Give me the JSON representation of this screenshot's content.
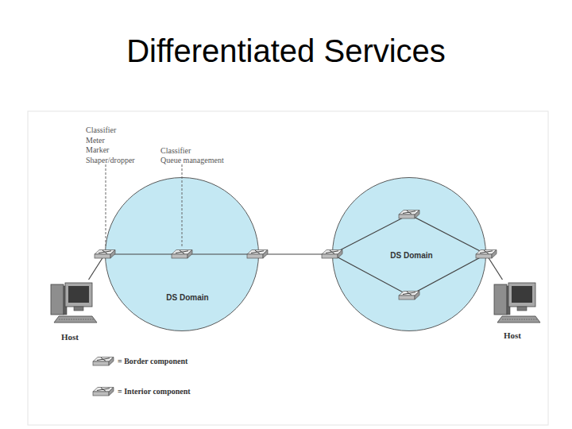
{
  "diagram": {
    "title": "Differentiated Services",
    "nodes": [
      {
        "text": [
          "DS Domain"
        ]
      },
      {
        "text": [
          "DS Domain"
        ]
      },
      {
        "text": [
          "Host"
        ]
      },
      {
        "text": [
          "Host"
        ]
      }
    ],
    "edges": [
      {
        "from": 2,
        "to": 0,
        "arrow": "none"
      },
      {
        "from": 0,
        "to": 1,
        "arrow": "none"
      },
      {
        "from": 1,
        "to": 3,
        "arrow": "none"
      }
    ],
    "labels": [
      "Classifier",
      "Meter",
      "Marker",
      "Shaper/dropper",
      "Classifier",
      "Queue management"
    ],
    "legend": [
      {
        "text": "= Border component"
      },
      {
        "text": "= Interior component"
      }
    ]
  }
}
